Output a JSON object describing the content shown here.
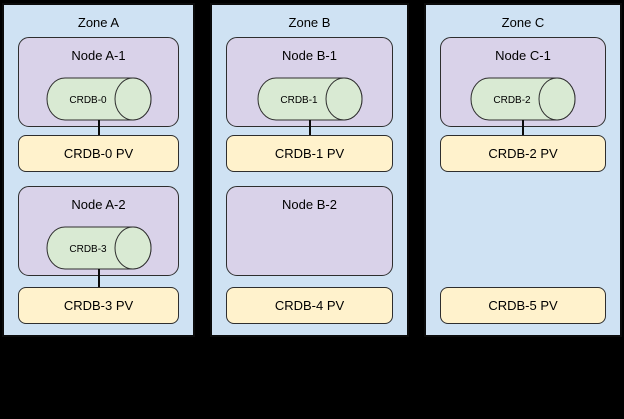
{
  "diagram": {
    "background_color": "#000000",
    "colors": {
      "zone_fill": "#cfe2f3",
      "node_fill": "#d9d2e9",
      "cylinder_fill": "#d9ead3",
      "pv_fill": "#fff2cc",
      "outline": "#2e2e2e",
      "zone_outline": "#0b0b0b"
    },
    "zones": [
      {
        "label": "Zone A",
        "nodes": [
          {
            "label": "Node A-1",
            "cylinder": "CRDB-0",
            "pv": "CRDB-0 PV",
            "connected": true
          },
          {
            "label": "Node A-2",
            "cylinder": "CRDB-3",
            "pv": "CRDB-3 PV",
            "connected": true
          }
        ]
      },
      {
        "label": "Zone B",
        "nodes": [
          {
            "label": "Node B-1",
            "cylinder": "CRDB-1",
            "pv": "CRDB-1 PV",
            "connected": true
          },
          {
            "label": "Node B-2",
            "cylinder": null,
            "pv": "CRDB-4 PV",
            "connected": false
          }
        ]
      },
      {
        "label": "Zone C",
        "nodes": [
          {
            "label": "Node C-1",
            "cylinder": "CRDB-2",
            "pv": "CRDB-2 PV",
            "connected": true
          },
          {
            "label": null,
            "cylinder": null,
            "pv": "CRDB-5 PV",
            "connected": false
          }
        ]
      }
    ]
  }
}
